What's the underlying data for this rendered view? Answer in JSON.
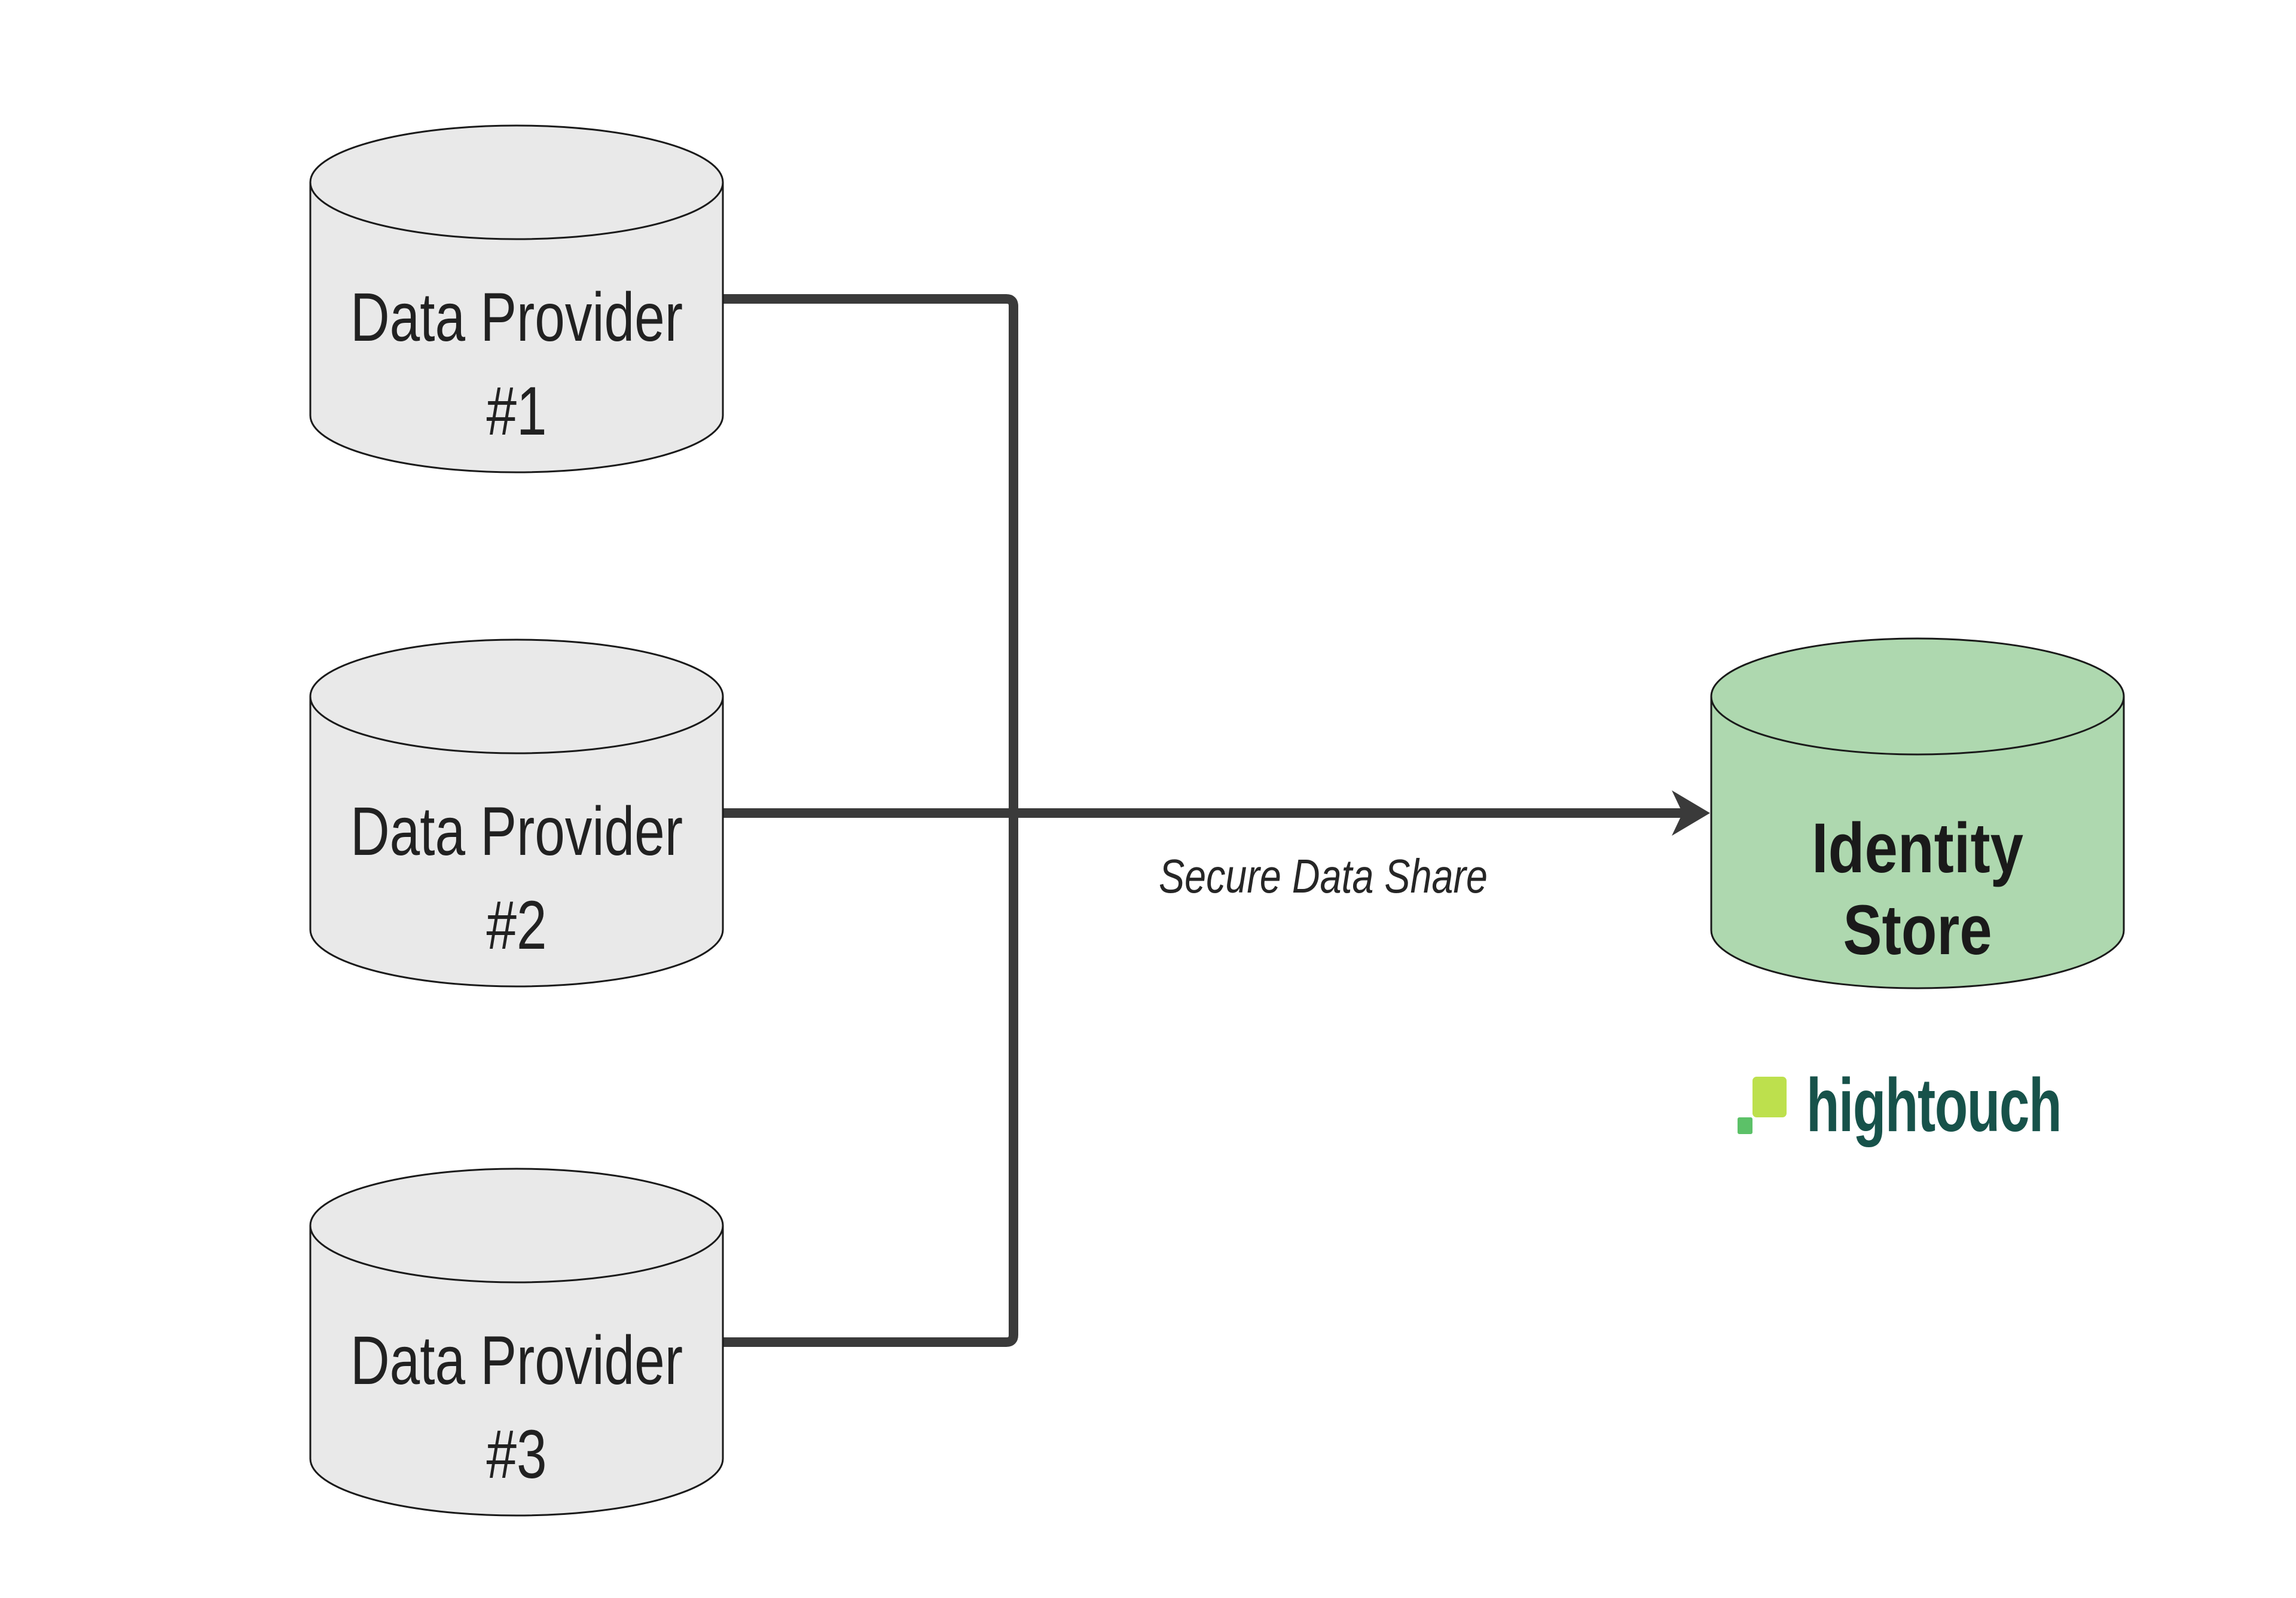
{
  "diagram": {
    "providers": [
      {
        "line1": "Data Provider",
        "line2": "#1"
      },
      {
        "line1": "Data Provider",
        "line2": "#2"
      },
      {
        "line1": "Data Provider",
        "line2": "#3"
      }
    ],
    "identity_store": {
      "line1": "Identity",
      "line2": "Store"
    },
    "connector_label": "Secure Data Share",
    "logo": {
      "text": "hightouch"
    },
    "colors": {
      "background": "#ffffff",
      "provider_fill": "#e9e9e9",
      "identity_fill": "#aed8af",
      "node_stroke": "#1a1a1a",
      "connector": "#3a3a3a",
      "node_text": "#212121",
      "edge_label_text": "#262626",
      "logo_text": "#17524a",
      "logo_lime": "#bde04d",
      "logo_green": "#5cc168"
    }
  }
}
